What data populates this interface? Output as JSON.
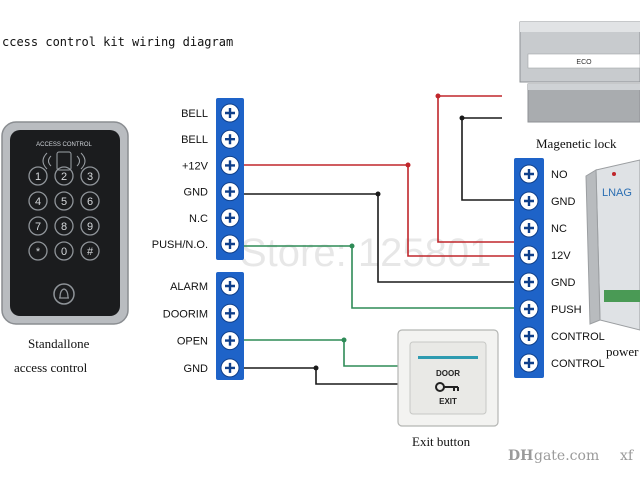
{
  "title": "ccess control kit wiring diagram",
  "keypad": {
    "brand": "ACCESS CONTROL",
    "keys": [
      "1",
      "2",
      "3",
      "4",
      "5",
      "6",
      "7",
      "8",
      "9",
      "*",
      "0",
      "#"
    ],
    "caption_line1": "Standallone",
    "caption_line2": "access control"
  },
  "left_terminals_top": [
    "BELL",
    "BELL",
    "+12V",
    "GND",
    "N.C",
    "PUSH/N.O."
  ],
  "left_terminals_bottom": [
    "ALARM",
    "DOORIM",
    "OPEN",
    "GND"
  ],
  "right_terminals": [
    "NO",
    "GND",
    "NC",
    "12V",
    "GND",
    "PUSH",
    "CONTROL",
    "CONTROL"
  ],
  "lock": {
    "caption": "Magenetic lock",
    "label": "ECO"
  },
  "power_supply": {
    "brand": "LNAG",
    "caption": "power"
  },
  "exit_button": {
    "line1": "DOOR",
    "line2": "EXIT",
    "caption": "Exit button"
  },
  "watermark": "Store: 125801",
  "footer": {
    "logo": "DH",
    "site": "gate.com",
    "tail": "xf"
  },
  "colors": {
    "red_wire": "#c0262b",
    "black_wire": "#1a1a1a",
    "green_wire": "#2e8b57",
    "terminal_blue": "#1e63c8"
  }
}
